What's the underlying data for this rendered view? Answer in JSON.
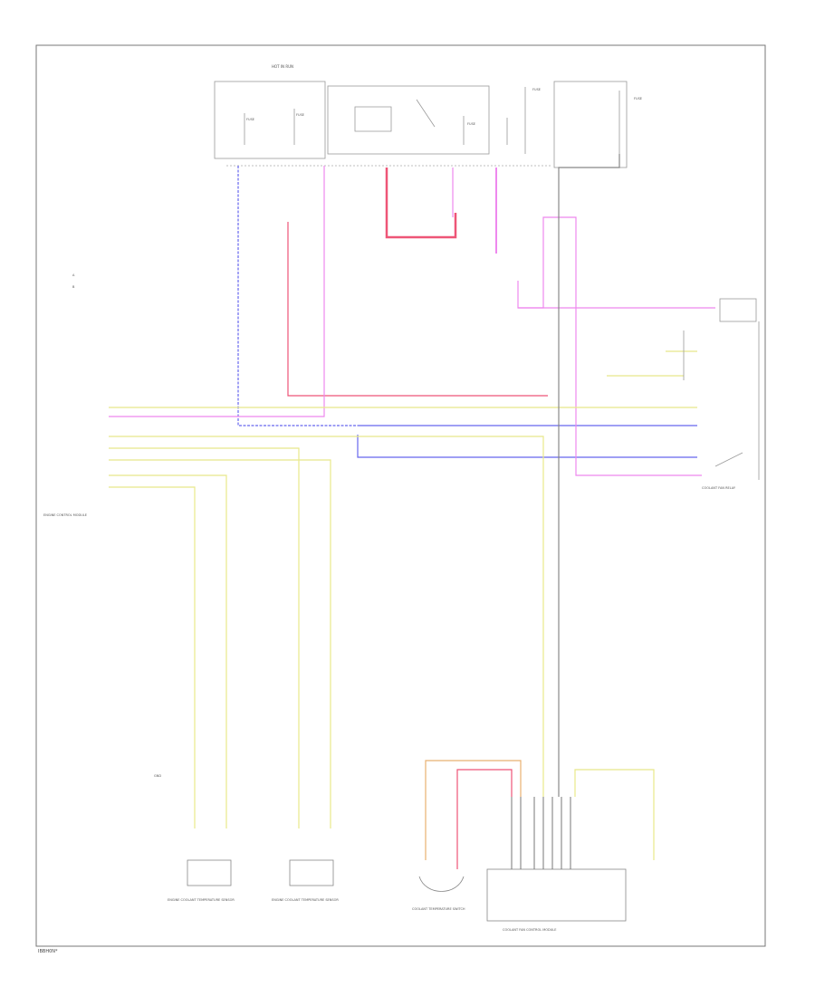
{
  "diagram": {
    "footer_code": "IBBH0N*",
    "labels": {
      "hot_run_top_left": "HOT IN RUN",
      "fuse_left_a": "FUSE",
      "fuse_left_b": "FUSE",
      "fuse_mid": "FUSE",
      "fuse_right": "FUSE",
      "fuse_far_right": "FUSE",
      "engine_module": "ENGINE CONTROL MODULE",
      "sensor_left": "ENGINE COOLANT TEMPERATURE SENSOR",
      "sensor_mid": "ENGINE COOLANT TEMPERATURE SENSOR",
      "temp_switch": "COOLANT TEMPERATURE SWITCH",
      "coolant_module": "COOLANT FAN CONTROL MODULE",
      "coolant_relay": "COOLANT FAN RELAY",
      "ground": "GND",
      "side_label_a": "A",
      "side_label_b": "B"
    },
    "colors": {
      "pink": "#ee88ee",
      "red": "#ee5577",
      "blue": "#6666ee",
      "yellow": "#e8e88a",
      "orange": "#e8b070",
      "gray": "#888888"
    }
  }
}
